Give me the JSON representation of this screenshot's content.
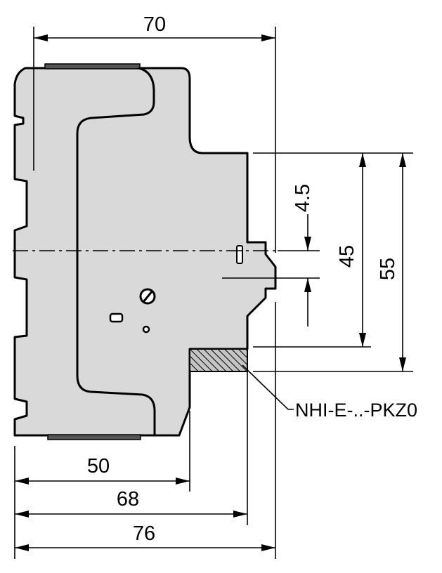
{
  "dimensions": {
    "width_top": "70",
    "offset_small": "4.5",
    "height_inner": "45",
    "height_outer": "55",
    "depth_base": "50",
    "depth_mid": "68",
    "depth_total": "76"
  },
  "callout_label": "NHI-E-..-PKZ0"
}
